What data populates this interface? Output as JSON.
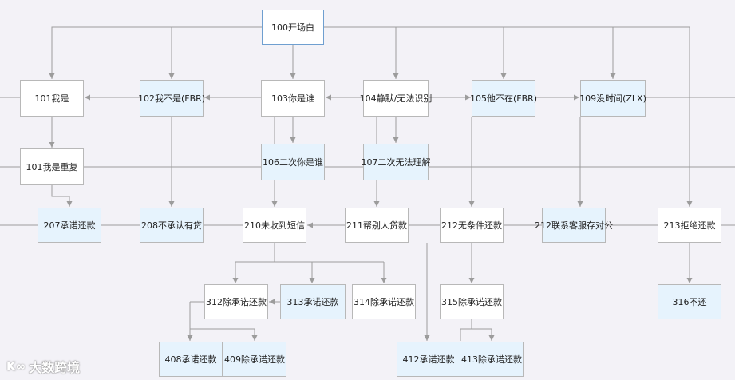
{
  "nodes": [
    {
      "id": "n100",
      "label": "100开场白",
      "style": "white",
      "root": true
    },
    {
      "id": "n101",
      "label": "101我是",
      "style": "white"
    },
    {
      "id": "n102",
      "label": "102我不是(FBR)",
      "style": "blue"
    },
    {
      "id": "n103",
      "label": "103你是谁",
      "style": "white"
    },
    {
      "id": "n104",
      "label": "104静默/无法识别",
      "style": "white"
    },
    {
      "id": "n105",
      "label": "105他不在(FBR)",
      "style": "blue"
    },
    {
      "id": "n109",
      "label": "109没时间(ZLX)",
      "style": "blue"
    },
    {
      "id": "n101r",
      "label": "101我是重复",
      "style": "white"
    },
    {
      "id": "n106",
      "label": "106二次你是谁",
      "style": "blue"
    },
    {
      "id": "n107",
      "label": "107二次无法理解",
      "style": "blue"
    },
    {
      "id": "n207",
      "label": "207承诺还款",
      "style": "blue"
    },
    {
      "id": "n208",
      "label": "208不承认有贷",
      "style": "blue"
    },
    {
      "id": "n210",
      "label": "210未收到短信",
      "style": "white"
    },
    {
      "id": "n211",
      "label": "211帮别人贷款",
      "style": "white"
    },
    {
      "id": "n212a",
      "label": "212无条件还款",
      "style": "white"
    },
    {
      "id": "n212b",
      "label": "212联系客服存对公",
      "style": "blue"
    },
    {
      "id": "n213",
      "label": "213拒绝还款",
      "style": "white"
    },
    {
      "id": "n312",
      "label": "312除承诺还款",
      "style": "white"
    },
    {
      "id": "n313",
      "label": "313承诺还款",
      "style": "blue"
    },
    {
      "id": "n314",
      "label": "314除承诺还款",
      "style": "white"
    },
    {
      "id": "n315",
      "label": "315除承诺还款",
      "style": "white"
    },
    {
      "id": "n316",
      "label": "316不还",
      "style": "blue"
    },
    {
      "id": "n408",
      "label": "408承诺还款",
      "style": "blue"
    },
    {
      "id": "n409",
      "label": "409除承诺还款",
      "style": "blue"
    },
    {
      "id": "n412",
      "label": "412承诺还款",
      "style": "blue"
    },
    {
      "id": "n413",
      "label": "413除承诺还款",
      "style": "blue"
    }
  ],
  "watermark": {
    "text": "大数跨境"
  },
  "colors": {
    "background": "#f3f2f7",
    "node_white": "#ffffff",
    "node_blue": "#e6f3fd",
    "border": "#b8b8b8",
    "line": "#9c9c9c"
  }
}
